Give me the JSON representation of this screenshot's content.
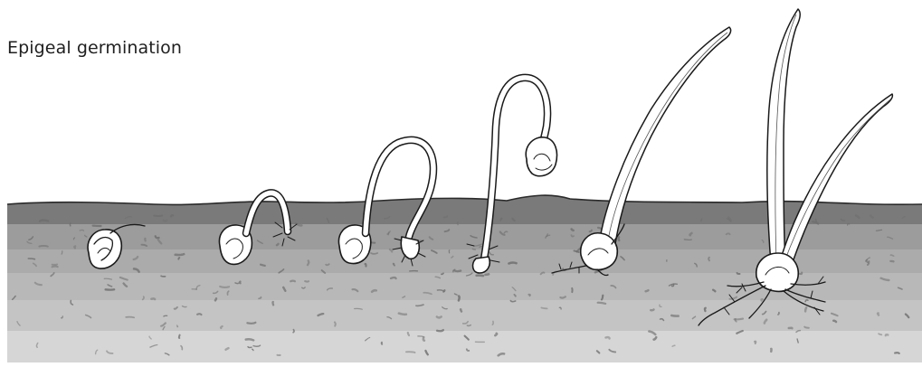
{
  "title": "Epigeal germination",
  "colors": {
    "soil_surface": "#7a7a7a",
    "soil_band_1": "#9c9c9c",
    "soil_band_2": "#ababab",
    "soil_band_3": "#b8b8b8",
    "soil_band_4": "#c4c4c4",
    "soil_band_5": "#d6d6d6",
    "soil_speckle": "#6f6f6f",
    "outline": "#1a1a1a"
  },
  "stages": [
    {
      "name": "seed-stage-1"
    },
    {
      "name": "seed-stage-2"
    },
    {
      "name": "seed-stage-3"
    },
    {
      "name": "seed-stage-4"
    },
    {
      "name": "seed-stage-5"
    },
    {
      "name": "seed-stage-6"
    }
  ]
}
